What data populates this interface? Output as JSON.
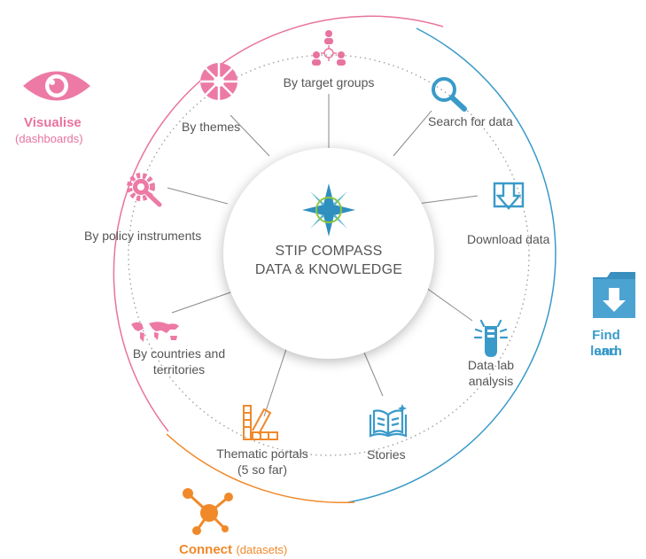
{
  "center": {
    "line1": "STIP COMPASS",
    "line2": "DATA & KNOWLEDGE"
  },
  "sections": {
    "visualise": {
      "title": "Visualise",
      "subtitle": "(dashboards)",
      "color": "#e8739e",
      "icon": "eye-icon"
    },
    "find": {
      "line1": "Find and",
      "line2": "learn",
      "color": "#3a9ac9",
      "icon": "folder-download-icon"
    },
    "connect": {
      "title": "Connect",
      "subtitle": "(datasets)",
      "color": "#f0892a",
      "icon": "network-nodes-icon"
    }
  },
  "items": {
    "target_groups": {
      "label": "By target groups",
      "icon": "target-groups-icon"
    },
    "themes": {
      "label": "By themes",
      "icon": "themes-wheel-icon"
    },
    "policy_instruments": {
      "label": "By policy instruments",
      "icon": "wrench-gear-icon"
    },
    "countries": {
      "line1": "By countries and",
      "line2": "territories",
      "icon": "world-map-icon"
    },
    "thematic_portals": {
      "line1": "Thematic portals",
      "line2": "(5 so far)",
      "icon": "swatch-fan-icon"
    },
    "stories": {
      "label": "Stories",
      "icon": "open-book-icon"
    },
    "data_lab": {
      "line1": "Data lab",
      "line2": "analysis",
      "icon": "test-tube-icon"
    },
    "download": {
      "label": "Download data",
      "icon": "download-tray-icon"
    },
    "search": {
      "label": "Search for data",
      "icon": "magnifier-icon"
    }
  }
}
